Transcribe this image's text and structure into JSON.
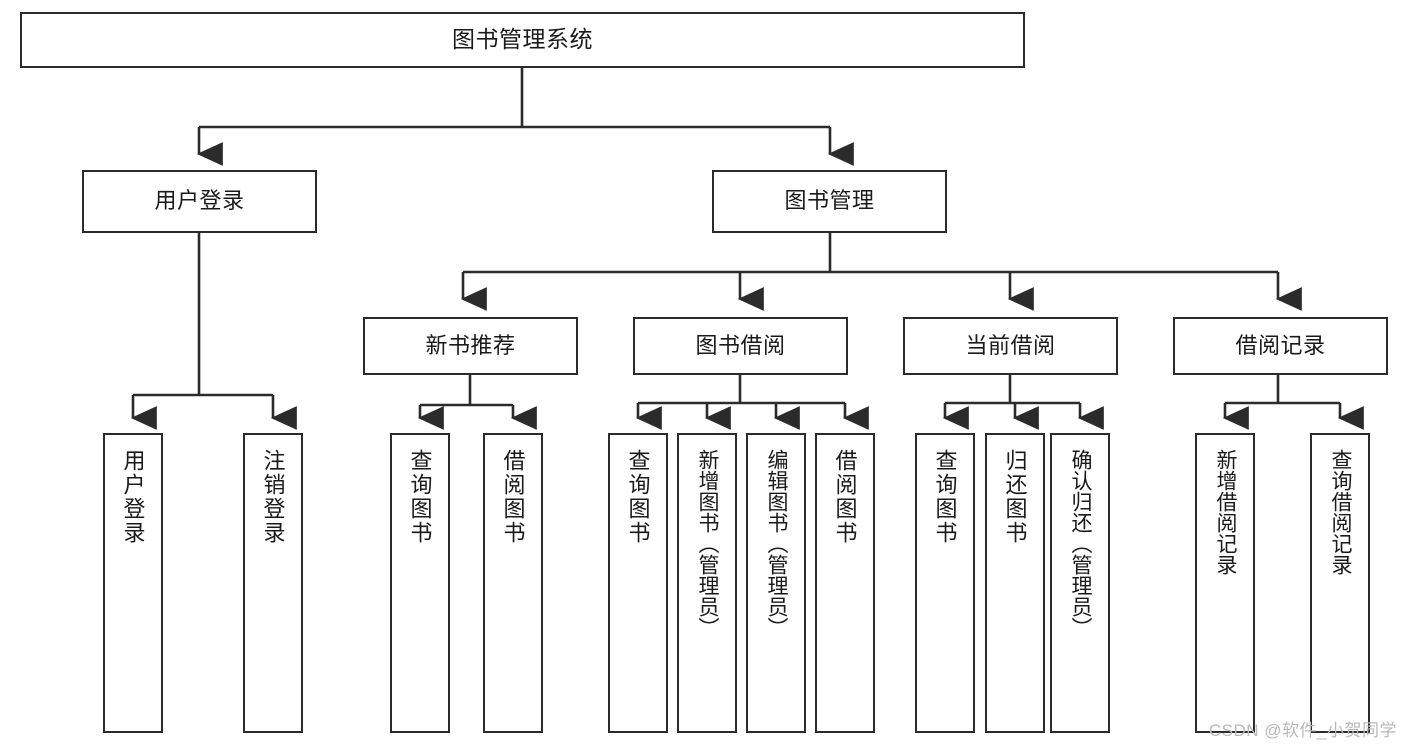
{
  "diagram": {
    "type": "tree-hierarchy",
    "title": "图书管理系统",
    "watermark": "CSDN @软件_小贺同学",
    "colors": {
      "border": "#2b2b2b",
      "background": "#ffffff",
      "text": "#1a1a1a",
      "watermark": "#b9b9b9"
    },
    "nodes": {
      "root": {
        "label": "图书管理系统"
      },
      "level2": [
        {
          "label": "用户登录"
        },
        {
          "label": "图书管理"
        }
      ],
      "level3": [
        {
          "label": "新书推荐"
        },
        {
          "label": "图书借阅"
        },
        {
          "label": "当前借阅"
        },
        {
          "label": "借阅记录"
        }
      ],
      "leaves": {
        "user_login": [
          {
            "label": "用户登录"
          },
          {
            "label": "注销登录"
          }
        ],
        "new_book_recommend": [
          {
            "label": "查询图书"
          },
          {
            "label": "借阅图书"
          }
        ],
        "book_borrow": [
          {
            "label": "查询图书"
          },
          {
            "label": "新增图书（管理员）"
          },
          {
            "label": "编辑图书（管理员）"
          },
          {
            "label": "借阅图书"
          }
        ],
        "current_borrow": [
          {
            "label": "查询图书"
          },
          {
            "label": "归还图书"
          },
          {
            "label": "确认归还（管理员）"
          }
        ],
        "borrow_record": [
          {
            "label": "新增借阅记录"
          },
          {
            "label": "查询借阅记录"
          }
        ]
      }
    }
  }
}
